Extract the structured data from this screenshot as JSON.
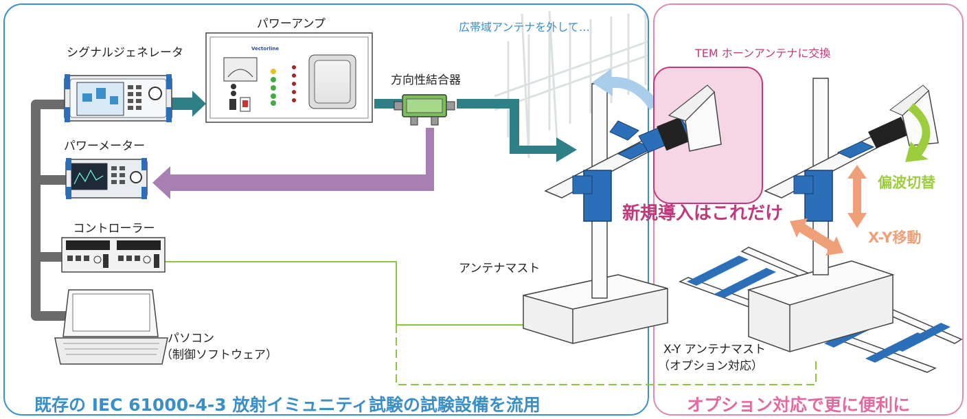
{
  "labels": {
    "signal_generator": "シグナルジェネレータ",
    "power_amp": "パワーアンプ",
    "power_meter": "パワーメーター",
    "controller": "コントローラー",
    "pc": "パソコン",
    "pc_sub": "（制御ソフトウェア）",
    "coupler": "方向性結合器",
    "antenna_mast": "アンテナマスト",
    "xy_mast": "X-Y アンテナマスト",
    "xy_mast_sub": "（オプション対応）",
    "remove_antenna": "広帯域アンテナを外して…",
    "tem_horn": "TEM ホーンアンテナに交換",
    "new_only": "新規導入はこれだけ",
    "polarization": "偏波切替",
    "xy_move": "X-Y移動",
    "amp_brand": "Vectorline"
  },
  "footer": {
    "left": "既存の IEC 61000-4-3 放射イミュニティ試験の試験設備を流用",
    "right": "オプション対応で更に便利に"
  },
  "colors": {
    "left_frame": "#3a8fc8",
    "right_frame": "#e08ab0",
    "teal_arrow": "#2e7f86",
    "purple_arrow": "#a87fb3",
    "green_line": "#8cc63f",
    "blue_part": "#2a6fb8",
    "orange_arrow": "#f0a078",
    "green_arrow": "#9ccd3c",
    "new_text": "#c2387a",
    "footer_left": "#3a8fc8",
    "footer_right": "#e36aa0"
  }
}
